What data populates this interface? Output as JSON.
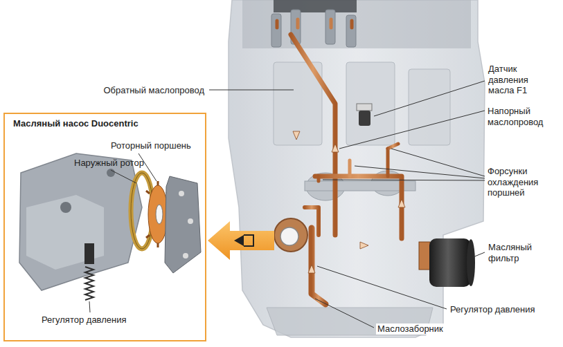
{
  "diagram": {
    "nodes": [
      {
        "text": [
          "Масляный насос Duocentric"
        ]
      }
    ],
    "labels": [
      "Обратный маслопровод",
      "Датчик давления масла F1",
      "Напорный маслопровод",
      "Форсунки охлаждения поршней",
      "Масляный фильтр",
      "Регулятор давления",
      "Маслозаборник",
      "Роторный поршень",
      "Наружный ротор",
      "Регулятор давления"
    ]
  }
}
